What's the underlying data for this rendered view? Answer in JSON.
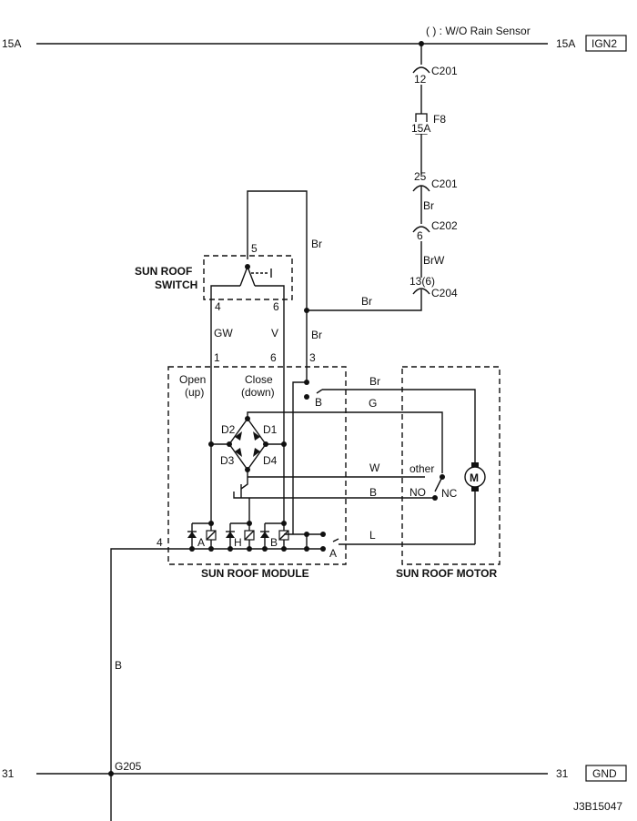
{
  "rails": {
    "top_left": "15A",
    "top_right": "15A",
    "top_tag": "IGN2",
    "bottom_left": "31",
    "bottom_right": "31",
    "bottom_tag": "GND"
  },
  "note": "( ) : W/O Rain Sensor",
  "connectors": {
    "c201_top_pin": "12",
    "c201_top_name": "C201",
    "fuse_name": "F8",
    "fuse_rating": "15A",
    "c201_bot_pin": "25",
    "c201_bot_name": "C201",
    "c202_pin": "6",
    "c202_name": "C202",
    "c204_pin": "13(6)",
    "c204_name": "C204",
    "ground_name": "G205"
  },
  "wires": {
    "br_1": "Br",
    "brw": "BrW",
    "br_vertical": "Br",
    "br_horizontal": "Br",
    "br_vertical_2": "Br",
    "gw": "GW",
    "v": "V",
    "br_module": "Br",
    "g": "G",
    "w": "W",
    "b_module": "B",
    "l": "L",
    "b_ground": "B"
  },
  "switch": {
    "title_line1": "SUN ROOF",
    "title_line2": "SWITCH",
    "pin_5": "5",
    "pin_4": "4",
    "pin_6": "6"
  },
  "module": {
    "title": "SUN ROOF MODULE",
    "pin_1": "1",
    "pin_6": "6",
    "pin_3": "3",
    "pin_4": "4",
    "open_line1": "Open",
    "open_line2": "(up)",
    "close_line1": "Close",
    "close_line2": "(down)",
    "d1": "D1",
    "d2": "D2",
    "d3": "D3",
    "d4": "D4",
    "relay_a": "A",
    "relay_h": "H",
    "relay_b": "B",
    "contact_b": "B",
    "contact_a": "A"
  },
  "motor": {
    "title": "SUN ROOF MOTOR",
    "symbol": "M",
    "other": "other",
    "no": "NO",
    "nc": "NC"
  },
  "diagram_id": "J3B15047"
}
